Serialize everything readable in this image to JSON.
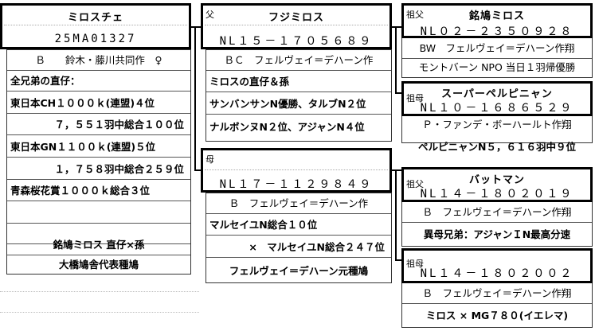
{
  "subject": {
    "name": "ミロスチェ",
    "ring": "25MA01327",
    "color_breeder": "Ｂ　　鈴木・藤川共同作　♀",
    "lines": [
      "全兄弟の直仔：",
      "東日本CH１０００ｋ(連盟)４位",
      "７，５５１羽中総合１００位",
      "東日本GN１１００ｋ(連盟)５位",
      "１，７５８羽中総合２５９位",
      "青森桜花賞１０００ｋ総合３位",
      "",
      "",
      "銘鳩ミロス 直仔×孫",
      "大橋鳩舎代表種鳩"
    ]
  },
  "sire": {
    "tag": "父",
    "name": "フジミロス",
    "ring": "NL１５－１７０５６８９",
    "color_breeder": "ＢＣ　フェルヴェイ＝デハーン作",
    "lines": [
      "ミロスの直仔＆孫",
      "サンバンサンN優勝、タルブN２位",
      "ナルボンヌN２位、アジャンN４位"
    ]
  },
  "dam": {
    "tag": "母",
    "ring": "NL１７－１１２９８４９",
    "color_breeder": "Ｂ　フェルヴェイ＝デハーン作",
    "lines": [
      "マルセイユN総合１０位",
      "×　マルセイユN総合２４７位",
      "フェルヴェイ＝デハーン元種鳩"
    ]
  },
  "sire_sire": {
    "tag": "祖父",
    "name": "銘鳩ミロス",
    "ring": "NL０２－２３５０９２８",
    "color_breeder": "BW　フェルヴェイ＝デハーン作翔",
    "lines": [
      "モントバーン NPO 当日１羽帰優勝"
    ]
  },
  "sire_dam": {
    "tag": "祖母",
    "name": "スーパーペルピニャン",
    "ring": "NL１０－１６８６５２９",
    "color_breeder": "Ｐ・ファンデ・ボーハールト作翔",
    "lines": [
      "ペルピニャンN５，６１６羽中９位"
    ]
  },
  "dam_sire": {
    "tag": "祖父",
    "name": "バットマン",
    "ring": "NL１４－１８０２０１９",
    "color_breeder": "Ｂ　フェルヴェイ＝デハーン作翔",
    "lines": [
      "異母兄弟：アジャンＩN最高分速"
    ]
  },
  "dam_dam": {
    "tag": "祖母",
    "ring": "NL１４－１８０２００２",
    "color_breeder": "Ｂ　フェルヴェイ＝デハーン作翔",
    "lines": [
      "ミロス × MG７８０(イエレマ)"
    ]
  }
}
